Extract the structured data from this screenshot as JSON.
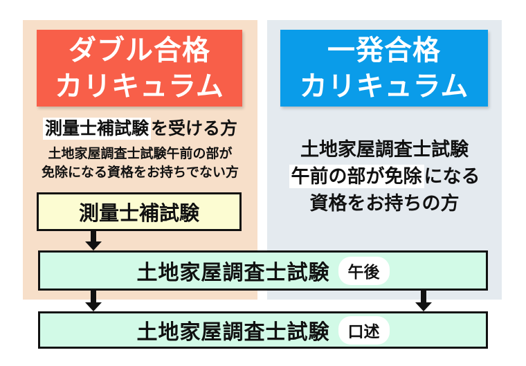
{
  "diagram": {
    "left": {
      "header_line1": "ダブル合格",
      "header_line2": "カリキュラム",
      "target_highlight": "測量士補試験",
      "target_rest": "を受ける方",
      "subnote_line1": "土地家屋調査士試験午前の部が",
      "subnote_line2": "免除になる資格をお持ちでない方",
      "step1_label": "測量士補試験"
    },
    "right": {
      "header_line1": "一発合格",
      "header_line2": "カリキュラム",
      "target_line1": "土地家屋調査士試験",
      "target_line2_highlight": "午前の部が免除",
      "target_line2_rest": "になる",
      "target_line3": "資格をお持ちの方"
    },
    "shared": {
      "exam_afternoon_label": "土地家屋調査士試験",
      "exam_afternoon_badge": "午後",
      "exam_oral_label": "土地家屋調査士試験",
      "exam_oral_badge": "口述"
    },
    "colors": {
      "left_panel_bg": "#f7dfc9",
      "left_header_bg": "#f85f49",
      "right_panel_bg": "#e4eaef",
      "right_header_bg": "#0a9ce9",
      "step_box_bg": "#fcfcd2",
      "exam_box_bg": "#d2fae7",
      "header_text": "#ffffff",
      "body_text": "#111111"
    }
  }
}
